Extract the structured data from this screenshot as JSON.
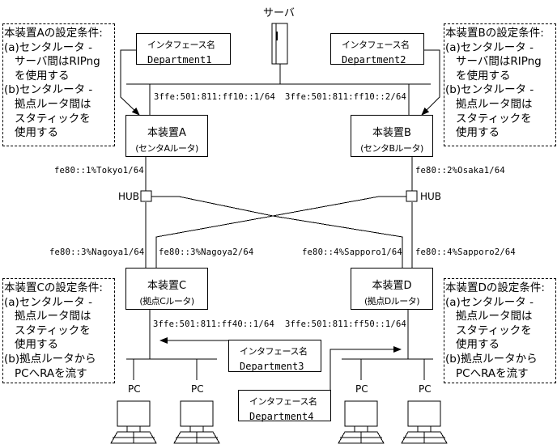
{
  "server": {
    "label": "サーバ"
  },
  "routers": {
    "a": {
      "name": "本装置A",
      "role": "(センタAルータ)"
    },
    "b": {
      "name": "本装置B",
      "role": "(センタBルータ)"
    },
    "c": {
      "name": "本装置C",
      "role": "(拠点Cルータ)"
    },
    "d": {
      "name": "本装置D",
      "role": "(拠点Dルータ)"
    }
  },
  "interfaces": {
    "dept1": {
      "key": "インタフェース名",
      "value": "Department1"
    },
    "dept2": {
      "key": "インタフェース名",
      "value": "Department2"
    },
    "dept3": {
      "key": "インタフェース名",
      "value": "Department3"
    },
    "dept4": {
      "key": "インタフェース名",
      "value": "Department4"
    }
  },
  "addresses": {
    "a_server": "3ffe:501:811:ff10::1/64",
    "b_server": "3ffe:501:811:ff10::2/64",
    "a_hub": "fe80::1%Tokyo1/64",
    "b_hub": "fe80::2%Osaka1/64",
    "c_nagoya1": "fe80::3%Nagoya1/64",
    "c_nagoya2": "fe80::3%Nagoya2/64",
    "d_sapporo1": "fe80::4%Sapporo1/64",
    "d_sapporo2": "fe80::4%Sapporo2/64",
    "c_lan": "3ffe:501:811:ff40::1/64",
    "d_lan": "3ffe:501:811:ff50::1/64"
  },
  "hubs": {
    "left": "HUB",
    "right": "HUB"
  },
  "pcs": [
    "PC",
    "PC",
    "PC",
    "PC"
  ],
  "conditions": {
    "a": [
      "本装置Aの設定条件:",
      "(a)センタルータ -",
      "サーバ間はRIPng",
      "を使用する",
      "(b)センタルータ -",
      "拠点ルータ間は",
      "スタティックを",
      "使用する"
    ],
    "b": [
      "本装置Bの設定条件:",
      "(a)センタルータ -",
      "サーバ間はRIPng",
      "を使用する",
      "(b)センタルータ -",
      "拠点ルータ間は",
      "スタティックを",
      "使用する"
    ],
    "c": [
      "本装置Cの設定条件:",
      "(a)センタルータ -",
      "拠点ルータ間は",
      "スタティックを",
      "使用する",
      "(b)拠点ルータから",
      "PCへRAを流す"
    ],
    "d": [
      "本装置Dの設定条件:",
      "(a)センタルータ -",
      "拠点ルータ間は",
      "スタティックを",
      "使用する",
      "(b)拠点ルータから",
      "PCへRAを流す"
    ]
  }
}
